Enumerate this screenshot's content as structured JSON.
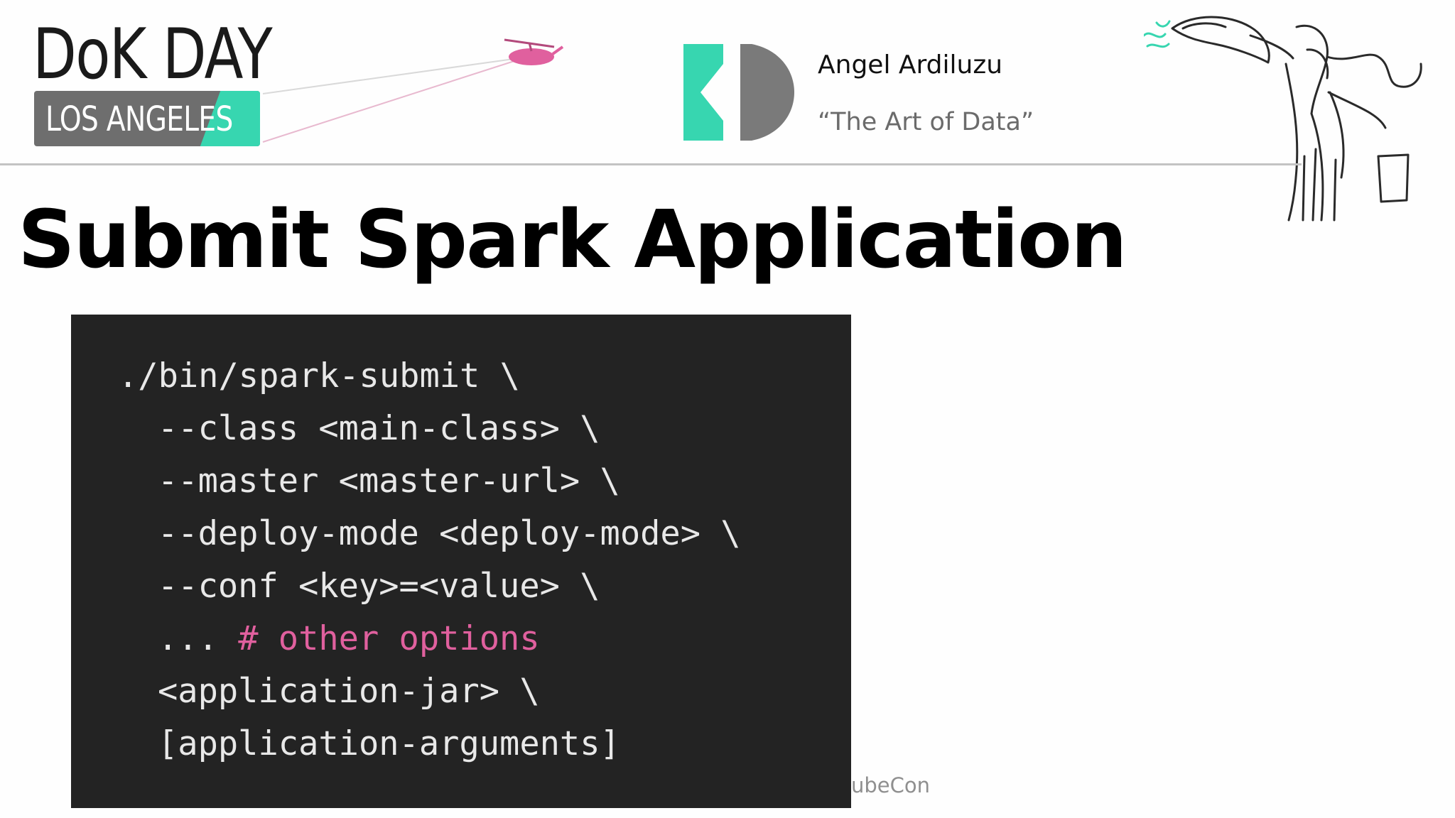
{
  "header": {
    "logo": {
      "title": "DoK DAY",
      "subtitle": "LOS ANGELES"
    },
    "presenter": {
      "name": "Angel Ardiluzu",
      "talk": "“The Art of Data”"
    },
    "colors": {
      "accent_teal": "#37d6b0",
      "accent_pink": "#e0609e",
      "code_background": "#232323"
    }
  },
  "slide": {
    "title": "Submit Spark Application"
  },
  "code": {
    "lines": [
      "./bin/spark-submit \\",
      "--class <main-class> \\",
      "--master <master-url> \\",
      "--deploy-mode <deploy-mode> \\",
      "--conf <key>=<value> \\"
    ],
    "comment_line": {
      "prefix": "... ",
      "comment": "# other options"
    },
    "tail_lines": [
      "<application-jar> \\",
      "[application-arguments]"
    ]
  },
  "footer": {
    "text": "ubeCon"
  }
}
